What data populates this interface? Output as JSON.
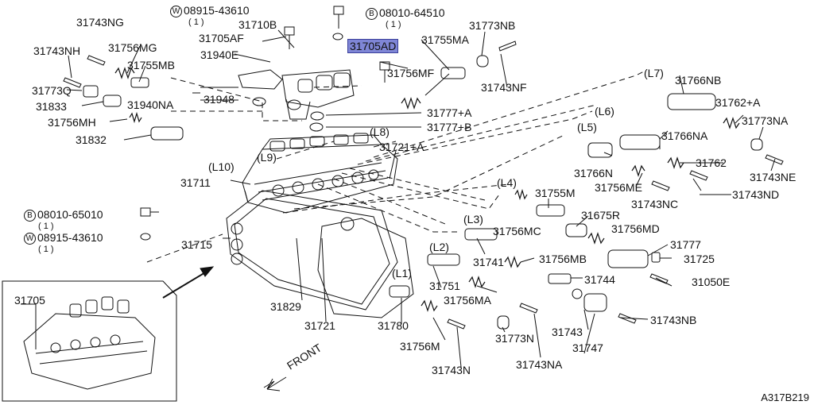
{
  "parts": {
    "p31743NG": "31743NG",
    "p31743NH": "31743NH",
    "p31756MG": "31756MG",
    "p31755MB": "31755MB",
    "p31773Q": "31773Q",
    "p31833": "31833",
    "p31940NA": "31940NA",
    "p31756MH": "31756MH",
    "p31832": "31832",
    "p31705AF": "31705AF",
    "p31710B": "31710B",
    "p31940E": "31940E",
    "p31948": "31948",
    "p31705AD": "31705AD",
    "p31755MA": "31755MA",
    "p31773NB": "31773NB",
    "p31756MF": "31756MF",
    "p31743NF": "31743NF",
    "p31777A": "31777+A",
    "p31777B": "31777+B",
    "p31721A": "31721+A",
    "p31711": "31711",
    "p31715": "31715",
    "p31829": "31829",
    "p31721": "31721",
    "p31780": "31780",
    "p31751": "31751",
    "p31756MA": "31756MA",
    "p31741": "31741",
    "p31756MB": "31756MB",
    "p31744": "31744",
    "p31743": "31743",
    "p31747": "31747",
    "p31743NB": "31743NB",
    "p31756M": "31756M",
    "p31743N": "31743N",
    "p31773N": "31773N",
    "p31743NA": "31743NA",
    "p31756MC": "31756MC",
    "p31675R": "31675R",
    "p31756MD": "31756MD",
    "p31777": "31777",
    "p31725": "31725",
    "p31050E": "31050E",
    "p31755M": "31755M",
    "p31766N": "31766N",
    "p31756ME": "31756ME",
    "p31743NC": "31743NC",
    "p31743ND": "31743ND",
    "p31762": "31762",
    "p31743NE": "31743NE",
    "p31766NA": "31766NA",
    "p31766NB": "31766NB",
    "p31762A": "31762+A",
    "p31773NA": "31773NA",
    "p31705": "31705"
  },
  "fasteners": {
    "w_top_mark": "W",
    "w_top_code": "08915-43610",
    "w_top_qty": "( 1 )",
    "b_top_mark": "B",
    "b_top_code": "08010-64510",
    "b_top_qty": "( 1 )",
    "b_left_mark": "B",
    "b_left_code": "08010-65010",
    "b_left_qty": "( 1 )",
    "w_left_mark": "W",
    "w_left_code": "08915-43610",
    "w_left_qty": "( 1 )"
  },
  "levels": {
    "L1": "(L1)",
    "L2": "(L2)",
    "L3": "(L3)",
    "L4": "(L4)",
    "L5": "(L5)",
    "L6": "(L6)",
    "L7": "(L7)",
    "L8": "(L8)",
    "L9": "(L9)",
    "L10": "(L10)"
  },
  "front_label": "FRONT",
  "reference_code": "A317B219",
  "highlight_color": "#7f86d6"
}
